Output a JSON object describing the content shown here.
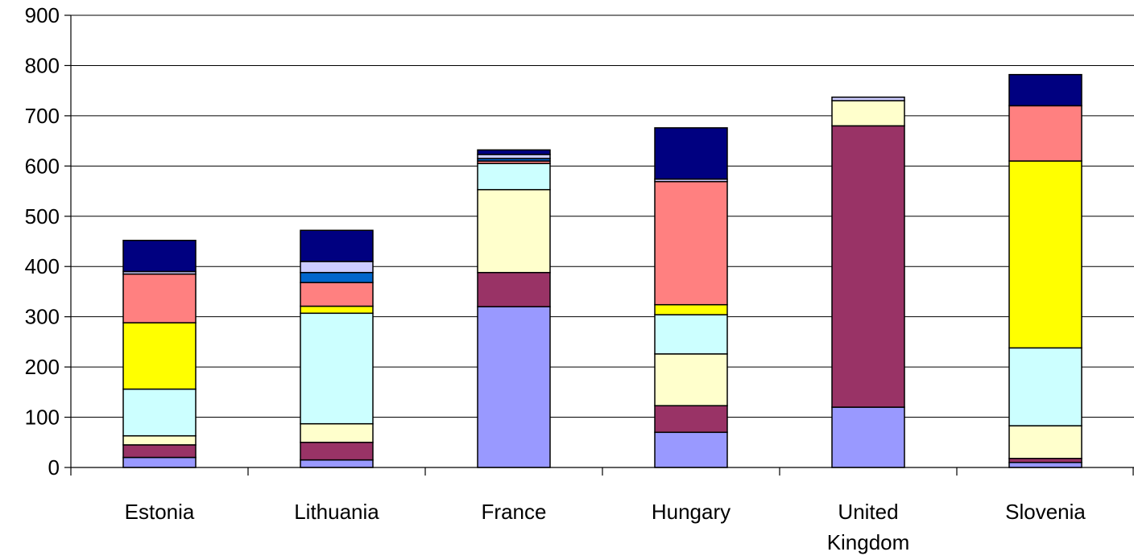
{
  "chart_data": {
    "type": "bar",
    "stacked": true,
    "categories": [
      "Estonia",
      "Lithuania",
      "France",
      "Hungary",
      "United Kingdom",
      "Slovenia"
    ],
    "category_lines": [
      [
        "Estonia"
      ],
      [
        "Lithuania"
      ],
      [
        "France"
      ],
      [
        "Hungary"
      ],
      [
        "United",
        "Kingdom"
      ],
      [
        "Slovenia"
      ]
    ],
    "ylim": [
      0,
      900
    ],
    "yticks": [
      0,
      100,
      200,
      300,
      400,
      500,
      600,
      700,
      800,
      900
    ],
    "grid": true,
    "legend": "none",
    "series": [
      {
        "color": "#9999FF",
        "values": [
          20,
          15,
          320,
          70,
          120,
          10
        ]
      },
      {
        "color": "#993366",
        "values": [
          25,
          35,
          68,
          53,
          560,
          8
        ]
      },
      {
        "color": "#FFFFCC",
        "values": [
          18,
          37,
          165,
          103,
          50,
          65
        ]
      },
      {
        "color": "#CCFFFF",
        "values": [
          93,
          220,
          52,
          78,
          0,
          155
        ]
      },
      {
        "color": "#FFFF00",
        "values": [
          132,
          14,
          0,
          20,
          0,
          372
        ]
      },
      {
        "color": "#FF8080",
        "values": [
          97,
          47,
          5,
          245,
          0,
          110
        ]
      },
      {
        "color": "#0066CC",
        "values": [
          0,
          20,
          5,
          0,
          0,
          0
        ]
      },
      {
        "color": "#CCCCFF",
        "values": [
          5,
          22,
          8,
          5,
          7,
          0
        ]
      },
      {
        "color": "#000080",
        "values": [
          62,
          62,
          9,
          102,
          0,
          62
        ]
      }
    ]
  }
}
